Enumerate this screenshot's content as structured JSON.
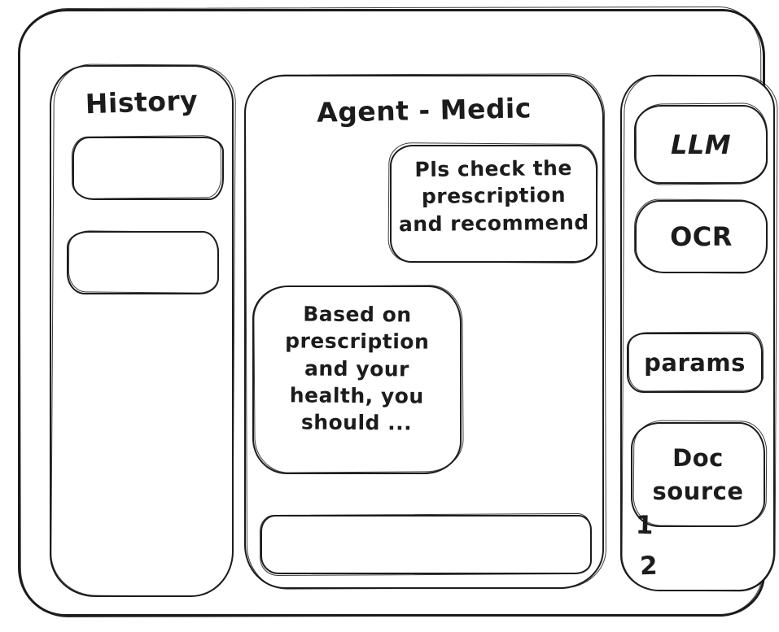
{
  "window": {
    "background": "#ffffff",
    "ink_color": "#1c1c1c"
  },
  "history_panel": {
    "title": "History",
    "items": [
      {
        "label": ""
      },
      {
        "label": ""
      }
    ]
  },
  "chat_panel": {
    "title": "Agent - Medic",
    "messages": [
      {
        "role": "user",
        "text": "Pls check the\nprescription\nand recommend"
      },
      {
        "role": "agent",
        "text": "Based on\nprescription\nand your\nhealth, you\nshould ..."
      }
    ],
    "input": {
      "value": "",
      "placeholder": ""
    }
  },
  "tools_panel": {
    "buttons": [
      {
        "id": "llm",
        "label": "LLM"
      },
      {
        "id": "ocr",
        "label": "OCR"
      },
      {
        "id": "params",
        "label": "params"
      },
      {
        "id": "doc_source",
        "label": "Doc source"
      }
    ],
    "doc_source_items": [
      "1",
      "2"
    ]
  }
}
